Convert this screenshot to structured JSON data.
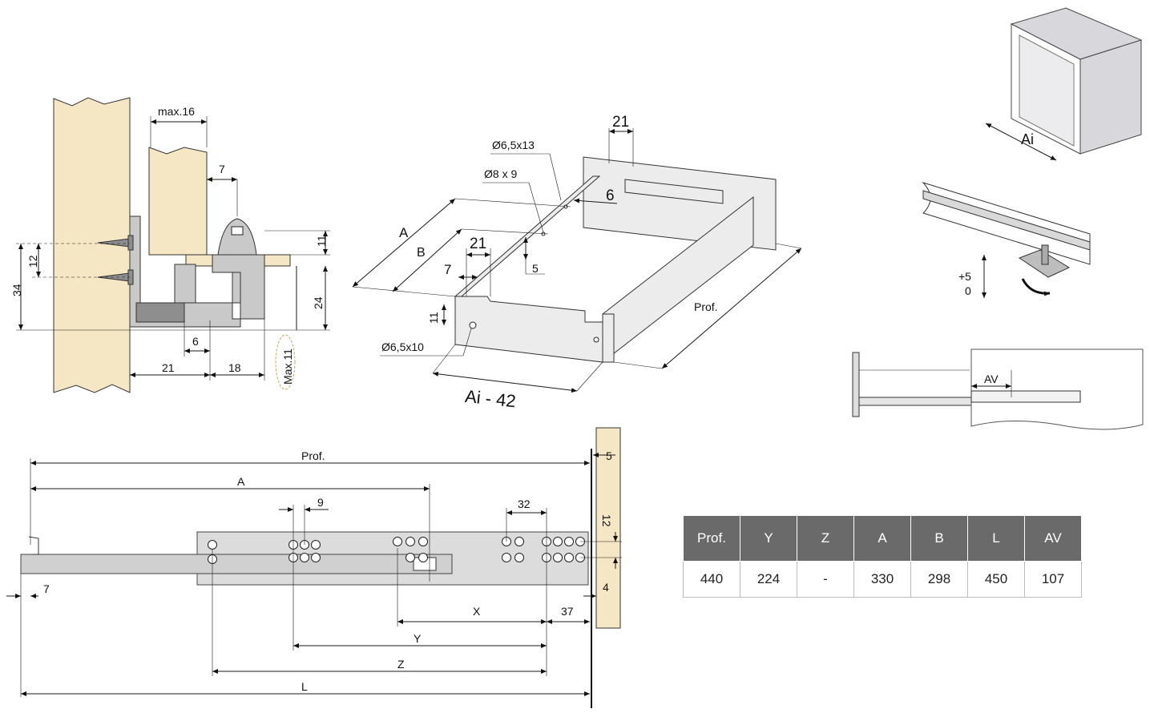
{
  "section_view": {
    "max16": "max.16",
    "d7": "7",
    "d11": "11",
    "d12": "12",
    "d34": "34",
    "d24": "24",
    "d6": "6",
    "d21": "21",
    "d18": "18",
    "max11": "Max.11"
  },
  "drawer_iso": {
    "d21_top": "21",
    "hole_top": "Ø6,5x13",
    "hole_mid": "Ø8 x 9",
    "d6": "6",
    "A": "A",
    "B": "B",
    "d21": "21",
    "d7": "7",
    "d5": "5",
    "d11": "11",
    "hole_bottom": "Ø6,5x10",
    "prof": "Prof.",
    "ai42": "Ai - 42"
  },
  "cabinet_view": {
    "ai": "Ai"
  },
  "adjust_view": {
    "plus5": "+5",
    "zero": "0"
  },
  "av_view": {
    "av": "AV"
  },
  "runner_view": {
    "prof": "Prof.",
    "A": "A",
    "d9": "9",
    "d32": "32",
    "d5": "5",
    "d12": "12",
    "d4": "4",
    "d7": "7",
    "X": "X",
    "d37": "37",
    "Y": "Y",
    "Z": "Z",
    "L": "L"
  },
  "table": {
    "headers": [
      "Prof.",
      "Y",
      "Z",
      "A",
      "B",
      "L",
      "AV"
    ],
    "rows": [
      [
        "440",
        "224",
        "-",
        "330",
        "298",
        "450",
        "107"
      ]
    ]
  }
}
